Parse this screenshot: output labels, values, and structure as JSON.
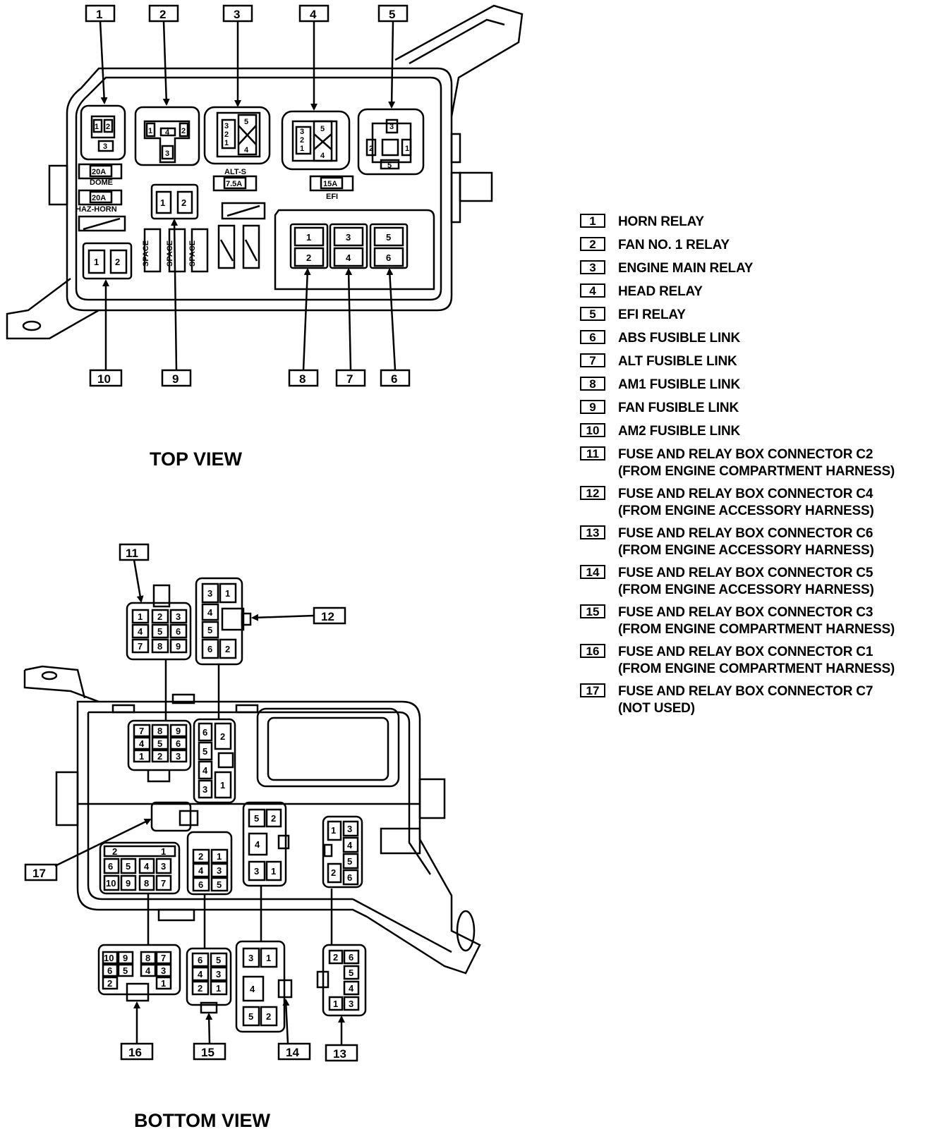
{
  "views": {
    "top": "TOP VIEW",
    "bottom": "BOTTOM VIEW"
  },
  "top_fuses": {
    "dome_amp": "20A",
    "dome_name": "DOME",
    "haz_amp": "20A",
    "haz_name": "HAZ-HORN",
    "alts_name": "ALT-S",
    "alts_amp": "7.5A",
    "efi_amp": "15A",
    "efi_name": "EFI",
    "space": "SPACE"
  },
  "legend": [
    {
      "num": "1",
      "text": "HORN RELAY"
    },
    {
      "num": "2",
      "text": "FAN NO. 1 RELAY"
    },
    {
      "num": "3",
      "text": "ENGINE MAIN RELAY"
    },
    {
      "num": "4",
      "text": "HEAD RELAY"
    },
    {
      "num": "5",
      "text": "EFI RELAY"
    },
    {
      "num": "6",
      "text": "ABS FUSIBLE LINK"
    },
    {
      "num": "7",
      "text": "ALT FUSIBLE LINK"
    },
    {
      "num": "8",
      "text": "AM1 FUSIBLE LINK"
    },
    {
      "num": "9",
      "text": "FAN FUSIBLE LINK"
    },
    {
      "num": "10",
      "text": "AM2 FUSIBLE LINK"
    },
    {
      "num": "11",
      "text": "FUSE AND RELAY BOX CONNECTOR C2\n(FROM ENGINE COMPARTMENT HARNESS)"
    },
    {
      "num": "12",
      "text": "FUSE AND RELAY BOX CONNECTOR C4\n(FROM ENGINE ACCESSORY HARNESS)"
    },
    {
      "num": "13",
      "text": "FUSE AND RELAY BOX CONNECTOR C6\n(FROM ENGINE ACCESSORY HARNESS)"
    },
    {
      "num": "14",
      "text": "FUSE AND RELAY BOX CONNECTOR C5\n(FROM ENGINE ACCESSORY HARNESS)"
    },
    {
      "num": "15",
      "text": "FUSE AND RELAY BOX CONNECTOR C3\n(FROM ENGINE COMPARTMENT HARNESS)"
    },
    {
      "num": "16",
      "text": "FUSE AND RELAY BOX CONNECTOR C1\n(FROM ENGINE COMPARTMENT HARNESS)"
    },
    {
      "num": "17",
      "text": "FUSE AND RELAY BOX CONNECTOR C7\n(NOT USED)"
    }
  ]
}
